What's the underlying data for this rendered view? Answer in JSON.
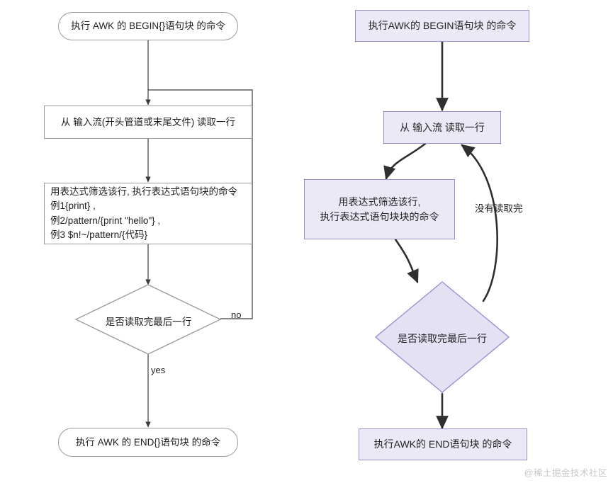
{
  "diagram": {
    "left_flow": {
      "title": "AWK execution flow (plain)",
      "nodes": [
        {
          "id": "l-begin",
          "label": "执行 AWK 的 BEGIN{}语句块 的命令",
          "shape": "terminator"
        },
        {
          "id": "l-read",
          "label": "从 输入流(开头管道或末尾文件) 读取一行",
          "shape": "process"
        },
        {
          "id": "l-body",
          "label": "用表达式筛选该行, 执行表达式语句块的命令\n例1{print} ,\n例2/pattern/{print \"hello\"} ,\n例3 $n!~/pattern/{代码}",
          "shape": "process"
        },
        {
          "id": "l-decision",
          "label": "是否读取完最后一行",
          "shape": "decision"
        },
        {
          "id": "l-end",
          "label": "执行 AWK 的 END{}语句块 的命令",
          "shape": "terminator"
        }
      ],
      "edge_labels": {
        "no": "no",
        "yes": "yes"
      }
    },
    "right_flow": {
      "title": "AWK execution flow (purple)",
      "nodes": [
        {
          "id": "r-begin",
          "label": "执行AWK的 BEGIN语句块 的命令",
          "shape": "process"
        },
        {
          "id": "r-read",
          "label": "从 输入流 读取一行",
          "shape": "process"
        },
        {
          "id": "r-body",
          "label": "用表达式筛选该行,\n执行表达式语句块块的命令",
          "shape": "process"
        },
        {
          "id": "r-decision",
          "label": "是否读取完最后一行",
          "shape": "decision"
        },
        {
          "id": "r-end",
          "label": "执行AWK的 END语句块 的命令",
          "shape": "process"
        }
      ],
      "edge_labels": {
        "loop_back": "没有读取完"
      }
    },
    "watermark": "@稀土掘金技术社区",
    "colors": {
      "left_stroke": "#9b9b9b",
      "right_stroke": "#9a8fd0",
      "right_fill": "#ece9f7",
      "arrow": "#333333",
      "watermark": "#c8c8c8"
    }
  }
}
